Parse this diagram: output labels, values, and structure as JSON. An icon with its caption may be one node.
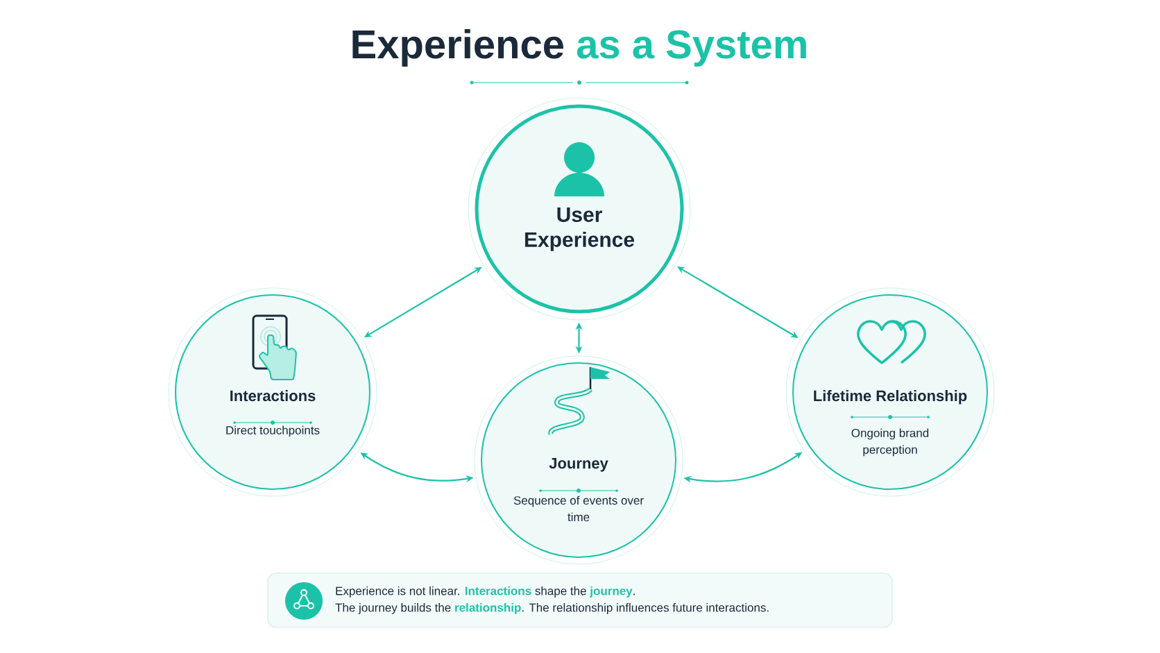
{
  "diagram": {
    "title": "Experience **as a System**",
    "nodes": [
      {
        "text": [
          "User Experience"
        ]
      },
      {
        "text": [
          "Interactions",
          "Direct touchpoints"
        ]
      },
      {
        "text": [
          "Journey",
          "Sequence of events over time"
        ]
      },
      {
        "text": [
          "Lifetime Relationship",
          "Ongoing brand perception"
        ]
      },
      {
        "text": [
          "Experience is not linear. **Interactions** shape the **journey**.",
          "The journey builds the **relationship**. The relationship influences future interactions."
        ]
      }
    ],
    "edges": [
      {
        "from": 0,
        "to": 1,
        "arrow": "both"
      },
      {
        "from": 0,
        "to": 3,
        "arrow": "both"
      },
      {
        "from": 0,
        "to": 2,
        "arrow": "both"
      },
      {
        "from": 1,
        "to": 2,
        "arrow": "both"
      },
      {
        "from": 2,
        "to": 3,
        "arrow": "both"
      }
    ]
  }
}
